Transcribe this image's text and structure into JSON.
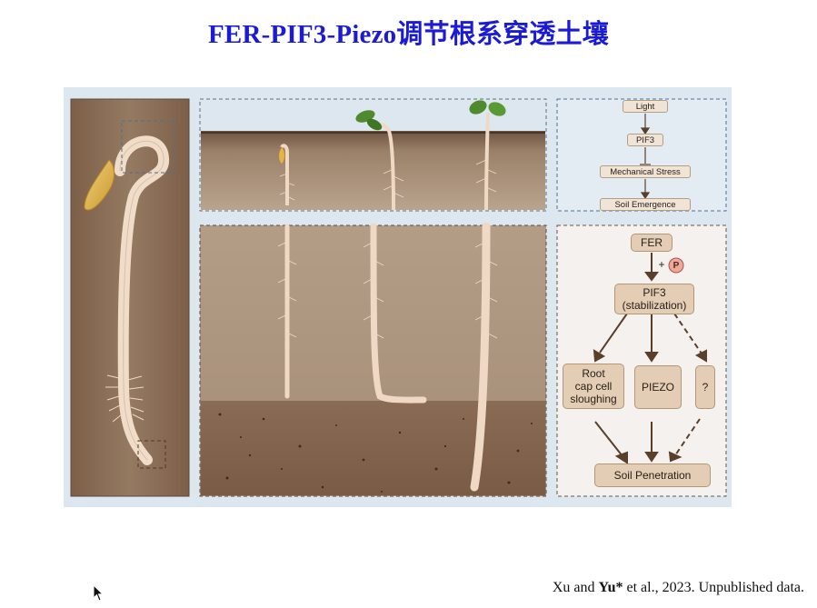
{
  "title": "FER-PIF3-Piezo调节根系穿透土壤",
  "colors": {
    "title": "#1b1bd6",
    "panel_bg": "#dde7ef",
    "soil_dark": "#7f624c",
    "soil_light": "#b7a08a",
    "root": "#efd9c4",
    "arrow": "#5a3f2b",
    "dashed_box_blue": "#4f6f8f",
    "dashed_box_brown": "#6a5443"
  },
  "top_flow": {
    "nodes": [
      "Light",
      "PIF3",
      "Mechanical Stress",
      "Soil Emergence"
    ],
    "edges": [
      {
        "from": "Light",
        "to": "PIF3",
        "type": "activate"
      },
      {
        "from": "PIF3",
        "to": "Mechanical Stress",
        "type": "inhibit"
      },
      {
        "from": "Mechanical Stress",
        "to": "Soil Emergence",
        "type": "activate"
      }
    ]
  },
  "bottom_flow": {
    "fer": "FER",
    "plus": "+",
    "phospho": "P",
    "pif3_line1": "PIF3",
    "pif3_line2": "(stabilization)",
    "root_cap_lines": [
      "Root",
      "cap cell",
      "sloughing"
    ],
    "piezo": "PIEZO",
    "unknown": "?",
    "soil_penetration": "Soil Penetration"
  },
  "citation": {
    "prefix": "Xu and ",
    "bold": "Yu*",
    "suffix": " et al., 2023. Unpublished data."
  },
  "icons": [
    "mouse-cursor-icon"
  ]
}
